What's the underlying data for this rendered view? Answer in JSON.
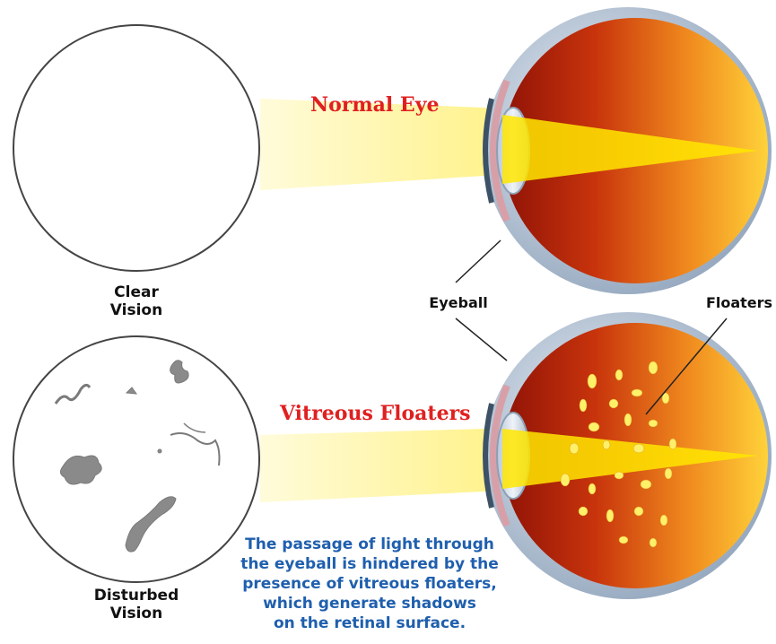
{
  "labels": {
    "normal_eye": "Normal Eye",
    "vitreous_floaters": "Vitreous Floaters",
    "clear_vision": "Clear\nVision",
    "disturbed_vision": "Disturbed\nVision",
    "eyeball": "Eyeball",
    "floaters": "Floaters"
  },
  "caption": "The passage of light through\nthe eyeball is hindered by the\npresence of vitreous floaters,\nwhich generate shadows\non the retinal surface.",
  "colors": {
    "title_red": "#e02020",
    "caption_blue": "#1f5fae",
    "beam_yellow": "#fff07a",
    "eye_red": "#b81d0a",
    "eye_yellow": "#ffcc33",
    "floater_gray": "#8a8a8a"
  }
}
